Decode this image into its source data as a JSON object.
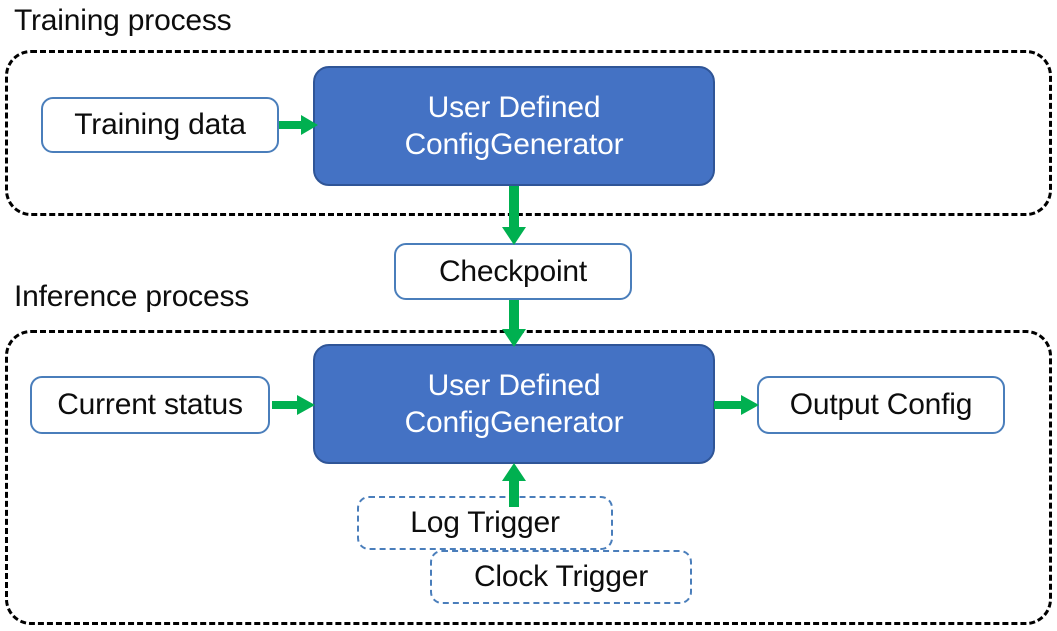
{
  "diagram": {
    "title_top": "Training process",
    "title_bottom": "Inference process",
    "colors": {
      "node_fill_blue": "#4472c4",
      "node_border_blue": "#2f5597",
      "plain_border": "#4a7ebb",
      "arrow_green": "#00b050",
      "container_border": "#000000",
      "text_dark": "#0d0d0d",
      "text_light": "#ffffff"
    },
    "sections": [
      {
        "id": "training",
        "label": "Training process"
      },
      {
        "id": "inference",
        "label": "Inference process"
      }
    ],
    "nodes": {
      "training_data": "Training data",
      "generator_train_line1": "User Defined",
      "generator_train_line2": "ConfigGenerator",
      "checkpoint": "Checkpoint",
      "current_status": "Current status",
      "generator_infer_line1": "User Defined",
      "generator_infer_line2": "ConfigGenerator",
      "output_config": "Output Config",
      "log_trigger": "Log Trigger",
      "clock_trigger": "Clock Trigger"
    },
    "edges": [
      {
        "id": "training-data-to-generator",
        "from": "Training data",
        "to": "User Defined ConfigGenerator",
        "direction": "right"
      },
      {
        "id": "generator-to-checkpoint",
        "from": "User Defined ConfigGenerator",
        "to": "Checkpoint",
        "direction": "down"
      },
      {
        "id": "checkpoint-to-generator",
        "from": "Checkpoint",
        "to": "User Defined ConfigGenerator",
        "direction": "down"
      },
      {
        "id": "current-status-to-generator",
        "from": "Current status",
        "to": "User Defined ConfigGenerator",
        "direction": "right"
      },
      {
        "id": "generator-to-output-config",
        "from": "User Defined ConfigGenerator",
        "to": "Output Config",
        "direction": "right"
      },
      {
        "id": "triggers-to-generator",
        "from": "Log Trigger",
        "to": "User Defined ConfigGenerator",
        "direction": "up"
      }
    ]
  }
}
